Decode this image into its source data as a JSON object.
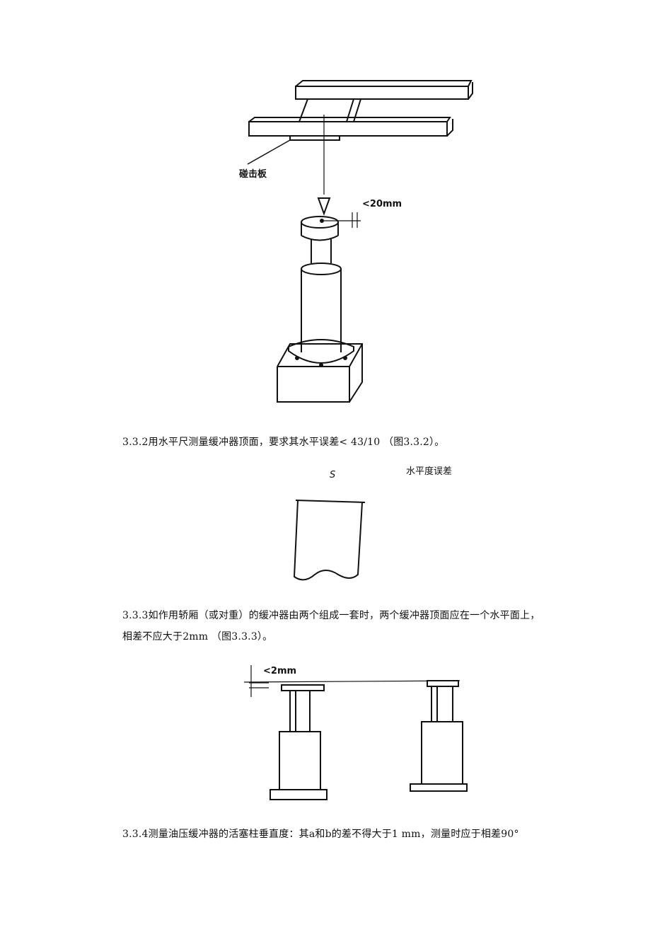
{
  "figure1": {
    "label_plate": "碰击板",
    "label_tolerance": "<20mm"
  },
  "para_332": "3.3.2用水平尺测量缓冲器顶面，要求其水平误差< 43/10 （图3.3.2）。",
  "figure2": {
    "label_s": "S",
    "label_level_error": "水平度误差"
  },
  "para_333_line1": "3.3.3如作用轿厢（或对重）的缓冲器由两个组成一套时，两个缓冲器顶面应在一个水平面上，",
  "para_333_line2": "相差不应大于2mm （图3.3.3）。",
  "figure3": {
    "label_tolerance": "<2mm"
  },
  "para_334": "3.3.4测量油压缓冲器的活塞柱垂直度：其a和b的差不得大于1 mm，测量时应于相差90°"
}
